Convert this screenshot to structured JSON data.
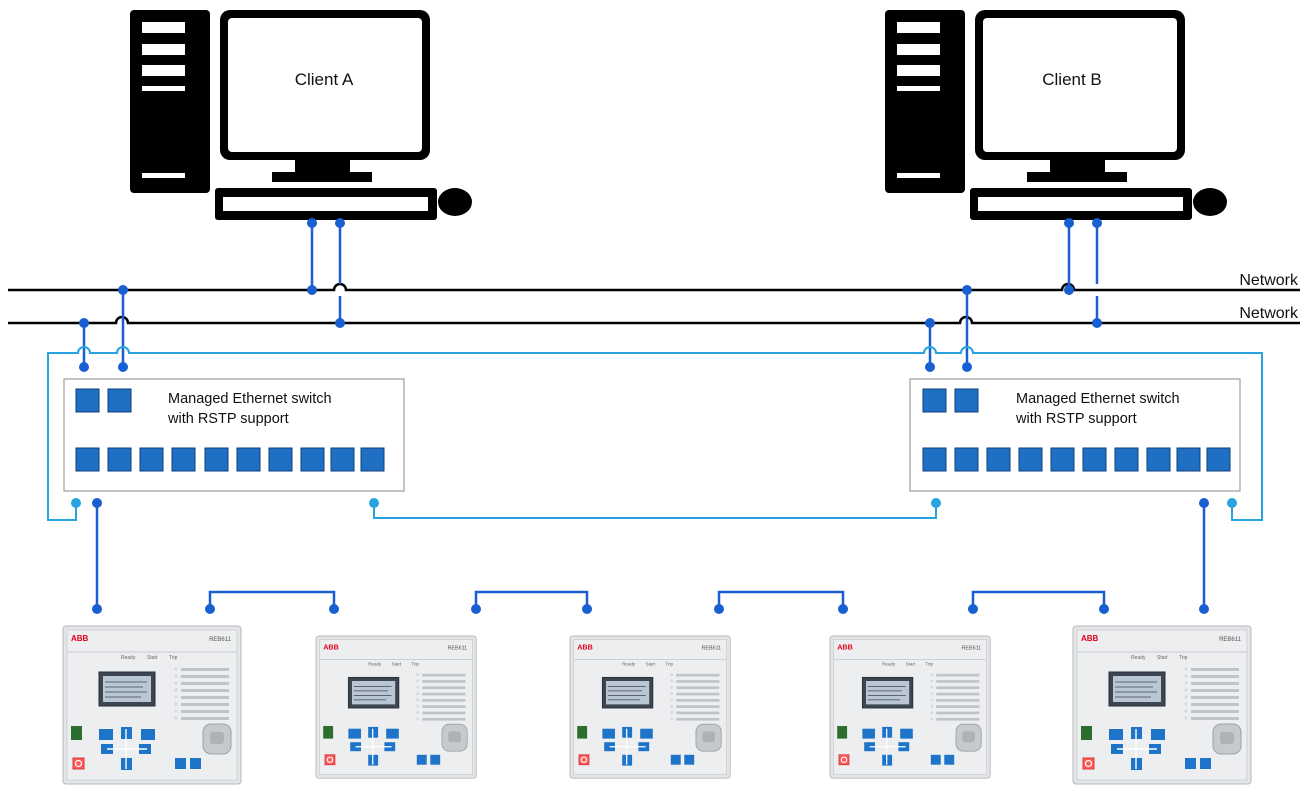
{
  "clients": [
    {
      "label": "Client A"
    },
    {
      "label": "Client B"
    }
  ],
  "networks": [
    {
      "label": "Network"
    },
    {
      "label": "Network"
    }
  ],
  "switches": [
    {
      "line1": "Managed Ethernet switch",
      "line2": "with RSTP support"
    },
    {
      "line1": "Managed Ethernet switch",
      "line2": "with RSTP support"
    }
  ],
  "relay": {
    "brand": "ABB",
    "model": "REB611",
    "led_labels": [
      "Ready",
      "Start",
      "Trip"
    ]
  },
  "relay_count": 5,
  "colors": {
    "network_line": "#000000",
    "ring_link": "#1a5fd1",
    "rstp_link": "#29a3e0",
    "switch_port": "#1f6fc5",
    "node_dot": "#1a5fd1"
  }
}
